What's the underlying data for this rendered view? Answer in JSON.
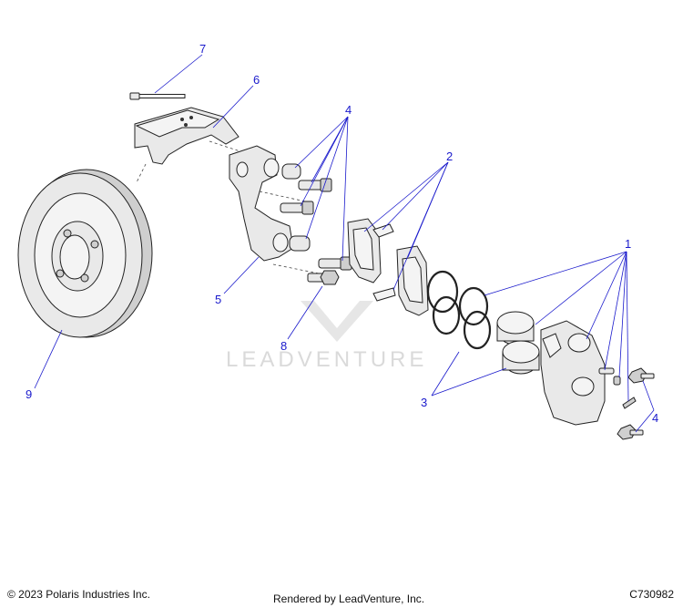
{
  "watermark": {
    "text": "LEADVENTURE"
  },
  "callouts": {
    "c1": "1",
    "c2": "2",
    "c3": "3",
    "c4a": "4",
    "c4b": "4",
    "c5": "5",
    "c6": "6",
    "c7": "7",
    "c8": "8",
    "c9": "9"
  },
  "footer": {
    "copyright": "© 2023 Polaris Industries Inc.",
    "rendered_by": "Rendered by LeadVenture, Inc.",
    "diagram_id": "C730982"
  },
  "colors": {
    "callout": "#1a1acc",
    "line": "#222222",
    "watermark": "#d6d6d6"
  }
}
